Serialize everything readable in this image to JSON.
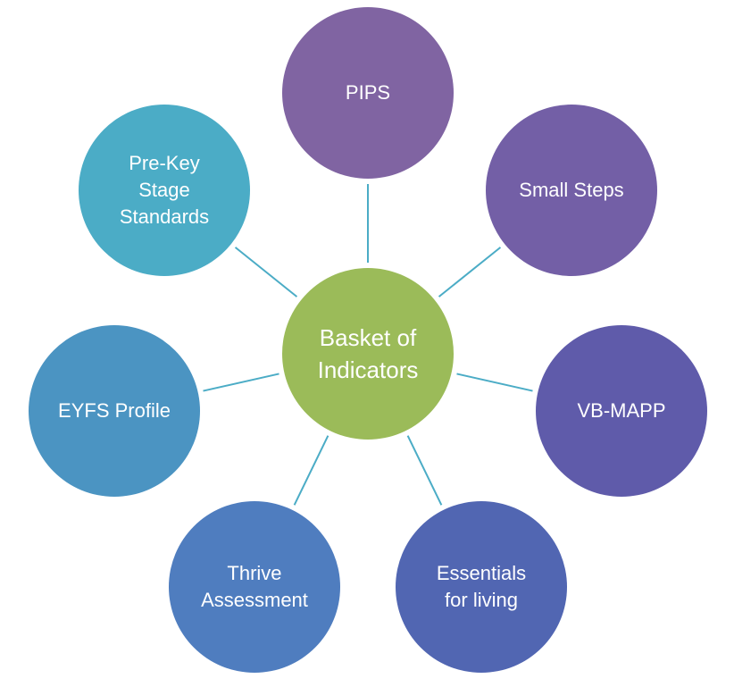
{
  "center": {
    "label": "Basket of\nIndicators",
    "color": "#9BBB59"
  },
  "connector_color": "#4BACC6",
  "nodes": [
    {
      "id": "pips",
      "label": "PIPS",
      "color": "#8064A2"
    },
    {
      "id": "small-steps",
      "label": "Small Steps",
      "color": "#735FA6"
    },
    {
      "id": "vb-mapp",
      "label": "VB-MAPP",
      "color": "#5F5BAA"
    },
    {
      "id": "essentials",
      "label": "Essentials\nfor living",
      "color": "#5166B2"
    },
    {
      "id": "thrive",
      "label": "Thrive\nAssessment",
      "color": "#4F7DBF"
    },
    {
      "id": "eyfs",
      "label": "EYFS Profile",
      "color": "#4B94C2"
    },
    {
      "id": "pre-key-stage",
      "label": "Pre-Key\nStage\nStandards",
      "color": "#4BACC6"
    }
  ]
}
